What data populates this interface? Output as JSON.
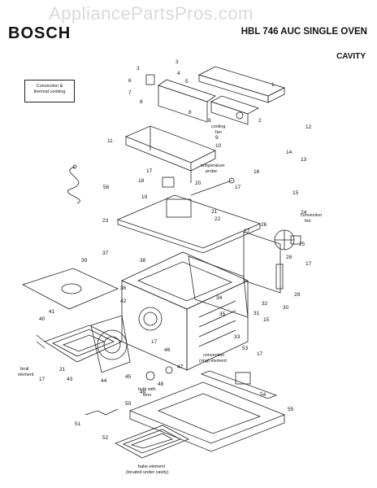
{
  "watermark": "AppliancePartsPros.com",
  "header": {
    "brand": "BOSCH",
    "model": "HBL 746 AUC SINGLE OVEN",
    "section": "CAVITY"
  },
  "legend_box": {
    "line1": "Convection &",
    "line2": "thermal cooking"
  },
  "notes": {
    "cooling_fan_1": "cooling",
    "cooling_fan_2": "fan",
    "temperature_probe_1": "temperature",
    "temperature_probe_2": "probe",
    "convection_fan_1": "convection",
    "convection_fan_2": "fan",
    "broil_element_1": "broil",
    "broil_element_2": "element",
    "convection_ring_1": "convection",
    "convection_ring_2": "(ring) element",
    "bulb_lens_1": "bulb with",
    "bulb_lens_2": "lens",
    "bake_element_1": "bake element",
    "bake_element_2": "(located under cavity)"
  },
  "callouts": [
    "1",
    "2",
    "3",
    "3",
    "4",
    "5",
    "6",
    "7",
    "8",
    "8",
    "8",
    "9",
    "10",
    "11",
    "12",
    "13",
    "14",
    "15",
    "15",
    "16",
    "17",
    "17",
    "17",
    "17",
    "17",
    "17",
    "18",
    "19",
    "20",
    "21",
    "21",
    "22",
    "23",
    "24",
    "25",
    "26",
    "27",
    "28",
    "29",
    "30",
    "31",
    "32",
    "33",
    "34",
    "35",
    "36",
    "37",
    "38",
    "39",
    "40",
    "41",
    "42",
    "43",
    "44",
    "45",
    "46",
    "47",
    "48",
    "49",
    "50",
    "51",
    "52",
    "53",
    "54",
    "55",
    "56"
  ]
}
